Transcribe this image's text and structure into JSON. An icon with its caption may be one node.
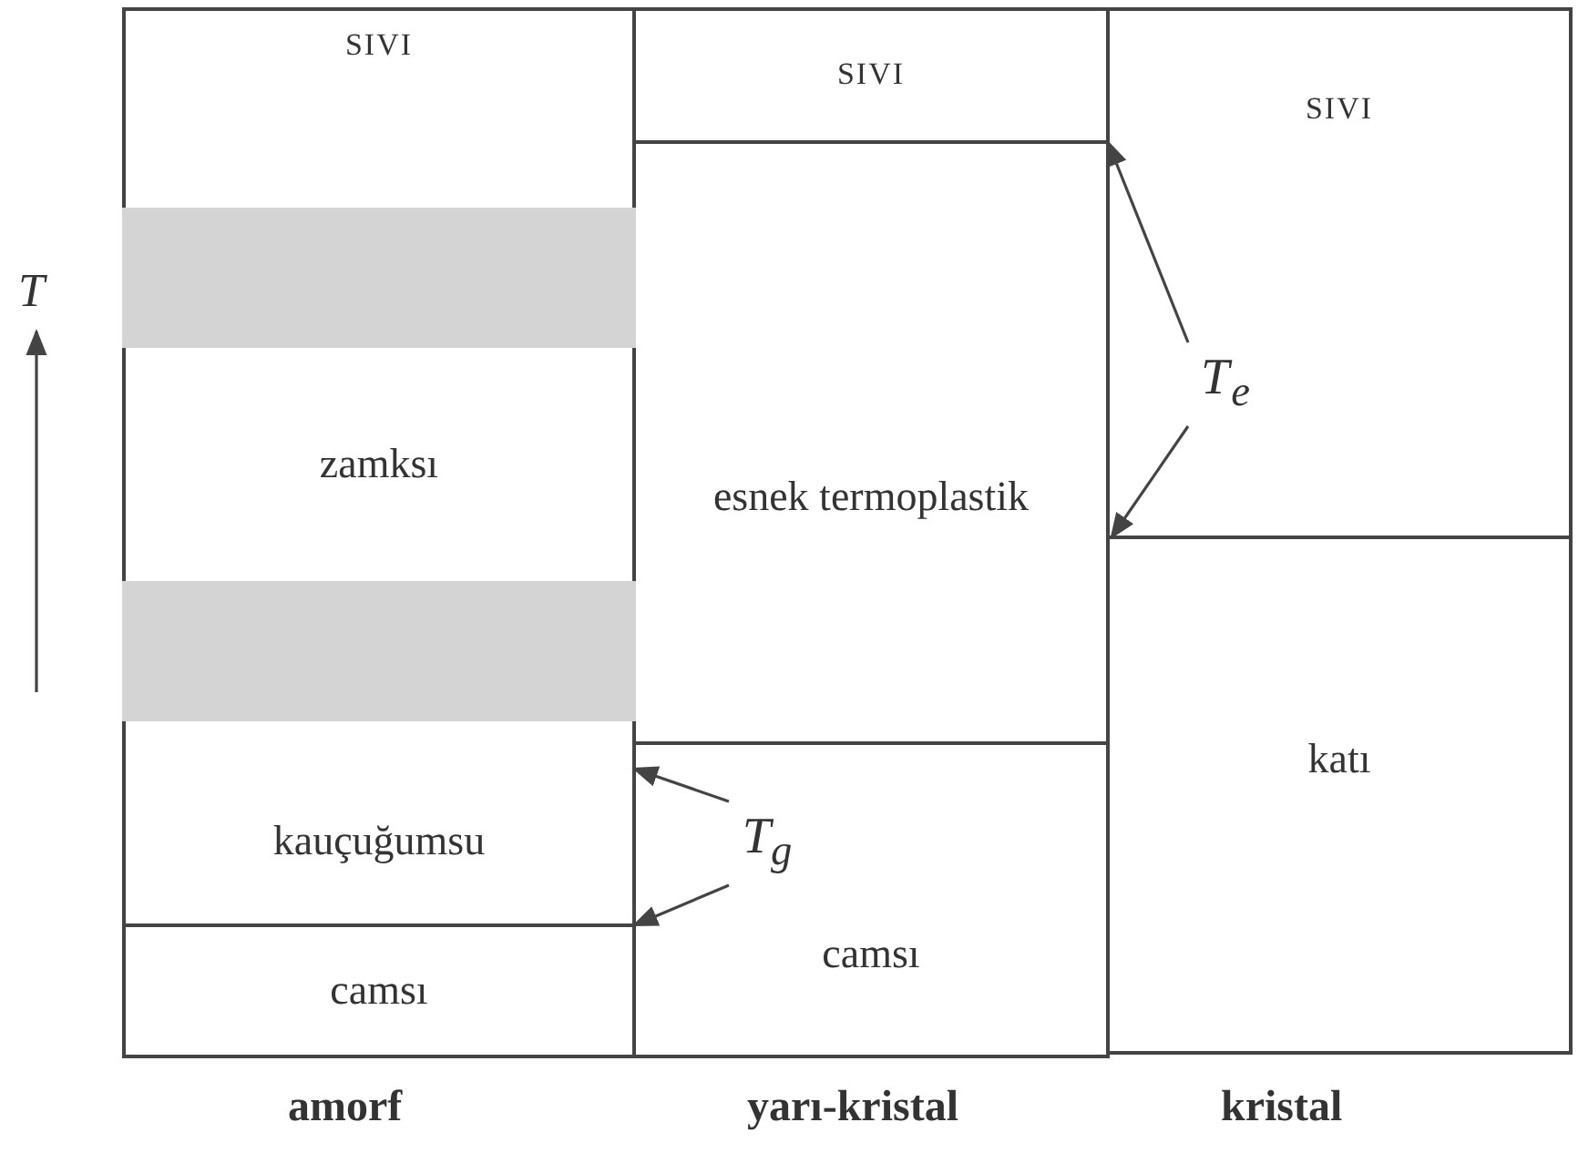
{
  "diagram": {
    "nodes": [
      {
        "text": [
          "SIVI"
        ]
      },
      {
        "text": [],
        "shape": "bar"
      },
      {
        "text": [
          "zamksı"
        ]
      },
      {
        "text": [],
        "shape": "bar"
      },
      {
        "text": [
          "kauçuğumsu"
        ]
      },
      {
        "text": [
          "camsı"
        ]
      },
      {
        "text": [
          "SIVI"
        ]
      },
      {
        "text": [
          "esnek termoplastik"
        ]
      },
      {
        "text": [
          "camsı"
        ]
      },
      {
        "text": [
          "SIVI"
        ]
      },
      {
        "text": [
          "katı"
        ]
      },
      {
        "text": [
          "T$_{e}$"
        ],
        "in": 9
      },
      {
        "text": [
          "T$_{g}$"
        ],
        "in": 8
      }
    ],
    "edges": [
      {
        "from": 11,
        "to": 6,
        "arrow": "to"
      },
      {
        "from": 11,
        "to": 10,
        "arrow": "to"
      },
      {
        "from": 12,
        "to": 4,
        "arrow": "to"
      },
      {
        "from": 12,
        "to": 5,
        "arrow": "to"
      }
    ],
    "labels": [
      "T",
      "amorf",
      "yarı-kristal",
      "kristal"
    ]
  }
}
